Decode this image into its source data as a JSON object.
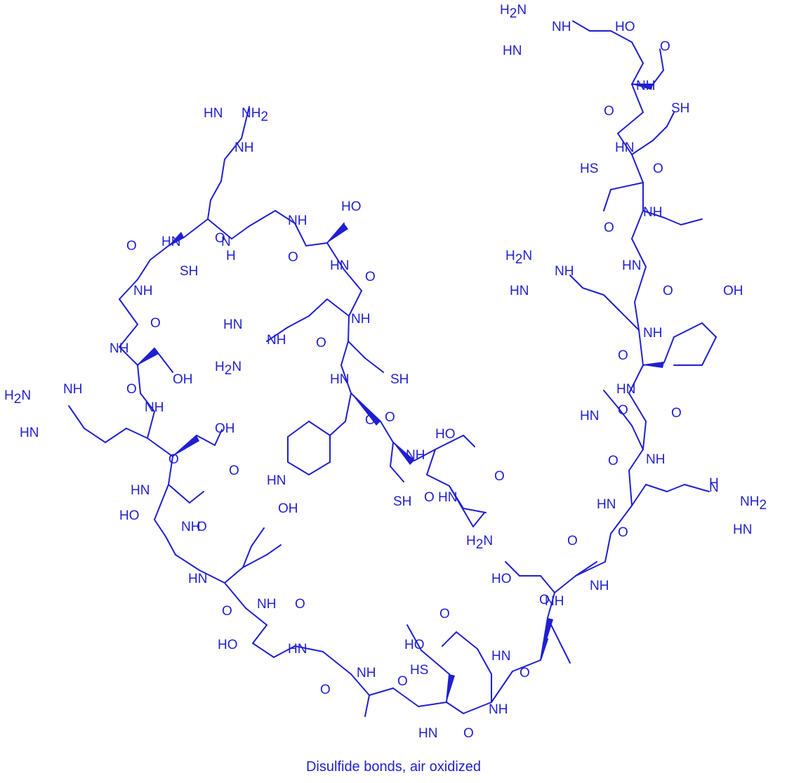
{
  "caption": "Disulfide bonds, air oxidized",
  "ink_color": "#1f1fd0",
  "atom_labels": {
    "nh": "NH",
    "hn": "HN",
    "n": "N",
    "h": "H",
    "o": "O",
    "oh": "OH",
    "ho": "HO",
    "sh": "SH",
    "hs": "HS",
    "nh2": "NH",
    "h2n": "H",
    "h2n_rest": "N",
    "two": "2"
  }
}
